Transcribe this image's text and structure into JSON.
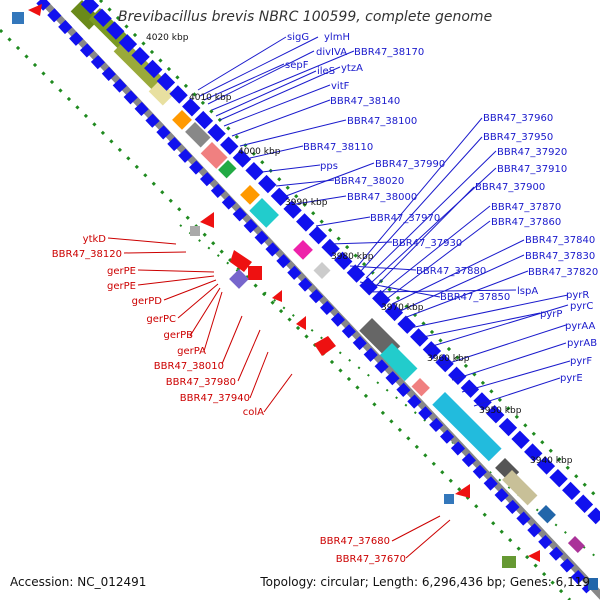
{
  "title": "Brevibacillus brevis NBRC 100599, complete genome",
  "footer": {
    "accession": "Accession: NC_012491",
    "topology": "Topology: circular; Length: 6,296,436 bp; Genes: 6,119"
  },
  "ticks": [
    "4020 kbp",
    "4010 kbp",
    "4000 kbp",
    "3990 kbp",
    "3980 kbp",
    "3970 kbp",
    "3960 kbp",
    "3950 kbp",
    "3940 kbp"
  ],
  "labels_plus": [
    "sigG",
    "ylmH",
    "sepF",
    "divIVA",
    "BBR47_38170",
    "ileS",
    "ytzA",
    "vitF",
    "BBR47_38140",
    "BBR47_38100",
    "BBR47_38110",
    "pps",
    "BBR47_38020",
    "BBR47_37990",
    "BBR47_38000",
    "BBR47_37970",
    "BBR47_37930",
    "BBR47_37880",
    "BBR47_37850",
    "lspA",
    "BBR47_37960",
    "BBR47_37950",
    "BBR47_37920",
    "BBR47_37910",
    "BBR47_37900",
    "BBR47_37870",
    "BBR47_37860",
    "BBR47_37840",
    "BBR47_37830",
    "BBR47_37820",
    "pyrR",
    "pyrP",
    "pyrC",
    "pyrAA",
    "pyrAB",
    "pyrF",
    "pyrE"
  ],
  "labels_minus": [
    "ytkD",
    "BBR47_38120",
    "gerPE",
    "gerPE",
    "gerPD",
    "gerPC",
    "gerPB",
    "gerPA",
    "BBR47_38010",
    "BBR47_37980",
    "BBR47_37940",
    "colA",
    "BBR47_37680",
    "BBR47_37670"
  ],
  "colors": {
    "plus_label": "#1a1acc",
    "minus_label": "#cc0000",
    "plus_feature": "#1111ee",
    "minus_feature": "#ee1111",
    "backbone": "#888888",
    "dots": "#1f8a1f"
  }
}
